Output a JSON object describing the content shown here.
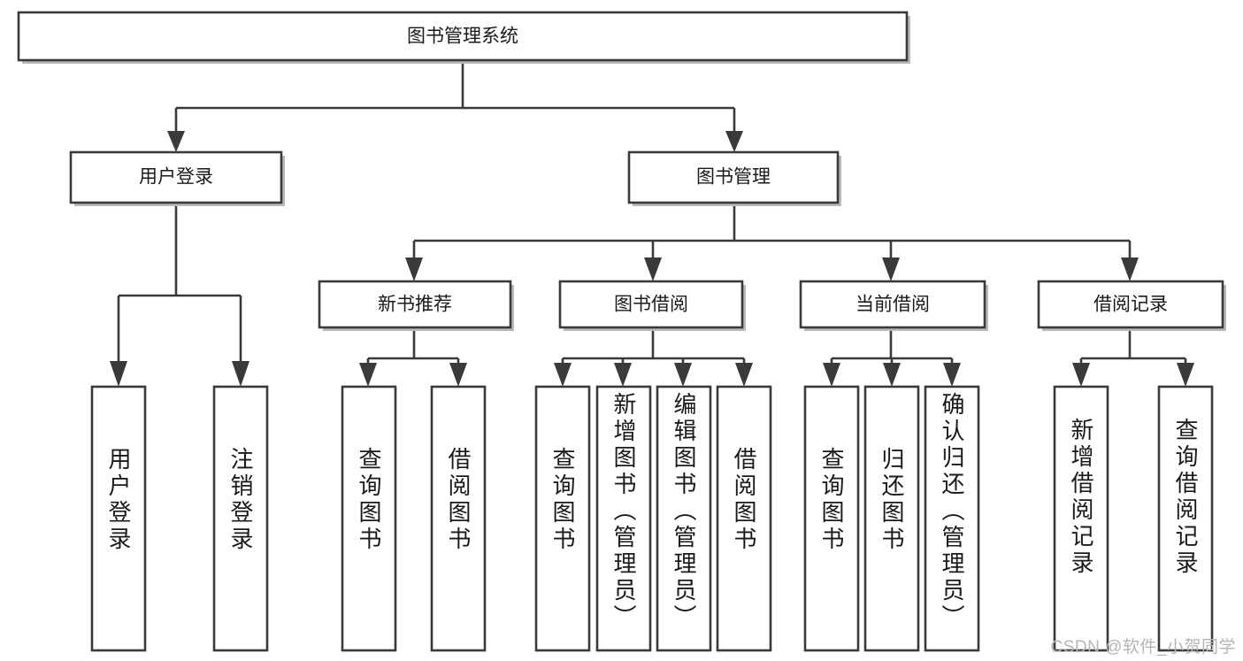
{
  "diagram": {
    "type": "tree-hierarchy",
    "title": "图书管理系统",
    "watermark": "CSDN @软件_小贺同学",
    "colors": {
      "box_fill": "#ffffff",
      "box_stroke": "#3a3a3a",
      "connector": "#3a3a3a",
      "text": "#1a1a1a",
      "watermark": "#b5b5b5"
    },
    "levels": {
      "root": {
        "label": "图书管理系统"
      },
      "level2": [
        {
          "label": "用户登录"
        },
        {
          "label": "图书管理"
        }
      ],
      "level3": [
        {
          "label": "新书推荐"
        },
        {
          "label": "图书借阅"
        },
        {
          "label": "当前借阅"
        },
        {
          "label": "借阅记录"
        }
      ],
      "leaves": {
        "user_login": [
          {
            "label": "用户登录"
          },
          {
            "label": "注销登录"
          }
        ],
        "new_book_recommend": [
          {
            "label": "查询图书"
          },
          {
            "label": "借阅图书"
          }
        ],
        "book_borrow": [
          {
            "label": "查询图书"
          },
          {
            "label": "新增图书（管理员）"
          },
          {
            "label": "编辑图书（管理员）"
          },
          {
            "label": "借阅图书"
          }
        ],
        "current_borrow": [
          {
            "label": "查询图书"
          },
          {
            "label": "归还图书"
          },
          {
            "label": "确认归还（管理员）"
          }
        ],
        "borrow_record": [
          {
            "label": "新增借阅记录"
          },
          {
            "label": "查询借阅记录"
          }
        ]
      }
    }
  }
}
